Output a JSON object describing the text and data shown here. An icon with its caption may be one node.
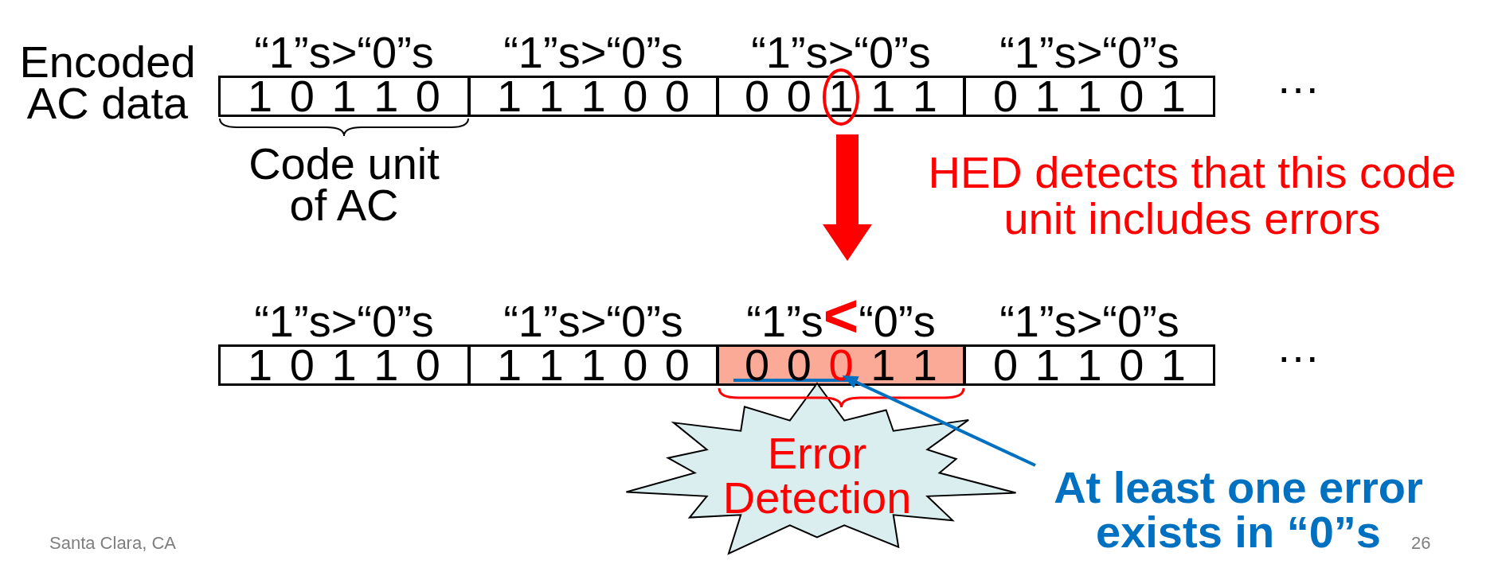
{
  "diagram": {
    "nodes": [
      {
        "text": [
          "“1”s>“0”s",
          "1 0 1 1 0"
        ]
      },
      {
        "text": [
          "“1”s>“0”s",
          "1 1 1 0 0"
        ]
      },
      {
        "text": [
          "“1”s>“0”s",
          "0 0 1 1 1"
        ]
      },
      {
        "text": [
          "“1”s>“0”s",
          "0 1 1 0 1"
        ]
      },
      {
        "text": [
          "“1”s>“0”s",
          "1 0 1 1 0"
        ]
      },
      {
        "text": [
          "“1”s>“0”s",
          "1 1 1 0 0"
        ]
      },
      {
        "text": [
          "“1”s<“0”s",
          "0 0 0 1 1"
        ]
      },
      {
        "text": [
          "“1”s>“0”s",
          "0 1 1 0 1"
        ]
      },
      {
        "text": [],
        "shape": "bar",
        "in": 6
      },
      {
        "text": [
          "Error Detection"
        ]
      },
      {
        "text": [
          "At least one error exists in “0”s"
        ]
      }
    ],
    "edges": [
      {
        "from": 2,
        "to": 6,
        "arrow": "to",
        "label": "HED detects that this code unit includes errors",
        "style": "thick",
        "color": "#ff0000"
      },
      {
        "from": 10,
        "to": 8,
        "arrow": "to",
        "color": "#0070c0"
      }
    ],
    "labels": [
      "Encoded AC data",
      "…",
      "Code unit of AC",
      "…",
      "Santa Clara, CA",
      "26"
    ]
  }
}
